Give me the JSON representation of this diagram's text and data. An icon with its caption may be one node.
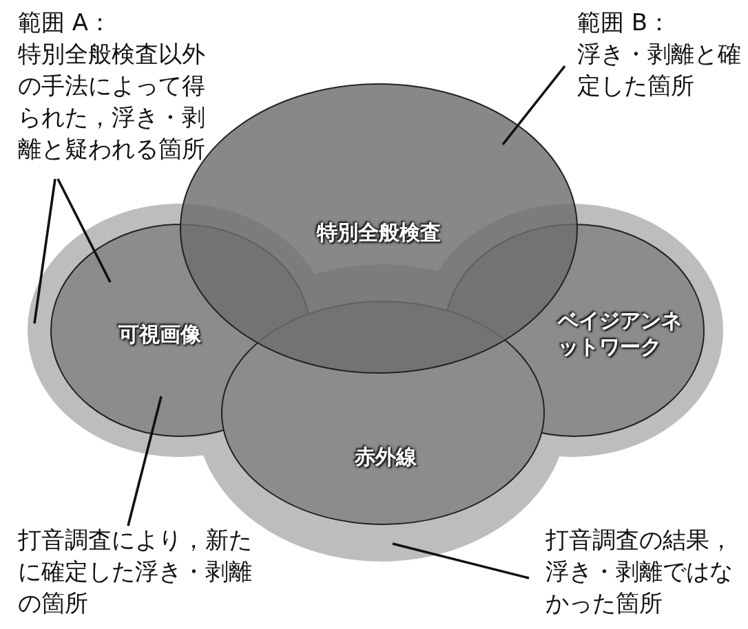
{
  "diagram": {
    "nodes": [
      {
        "text": [
          "範囲 A：",
          "特別全般検査以外の手法によって得られた，浮き・剥離と疑われる箇所"
        ]
      },
      {
        "text": [
          "範囲 B：",
          "浮き・剥離と確定した箇所"
        ]
      },
      {
        "text": [
          "特別全般検査"
        ]
      },
      {
        "text": [
          "可視画像"
        ],
        "in": 6
      },
      {
        "text": [
          "ベイジアンネットワーク"
        ],
        "in": 6
      },
      {
        "text": [
          "赤外線"
        ],
        "in": 6
      },
      {
        "text": [],
        "shape": "cloud"
      },
      {
        "text": [
          "打音調査により，新たに確定した浮き・剥離の箇所"
        ]
      },
      {
        "text": [
          "打音調査の結果，浮き・剥離ではなかった箇所"
        ]
      }
    ],
    "edges": [
      {
        "from": 0,
        "to": 3,
        "arrow": "none"
      },
      {
        "from": 0,
        "to": 6,
        "arrow": "none"
      },
      {
        "from": 1,
        "to": 2,
        "arrow": "none"
      },
      {
        "from": 7,
        "to": 3,
        "arrow": "none"
      },
      {
        "from": 8,
        "to": 6,
        "arrow": "none"
      }
    ]
  }
}
